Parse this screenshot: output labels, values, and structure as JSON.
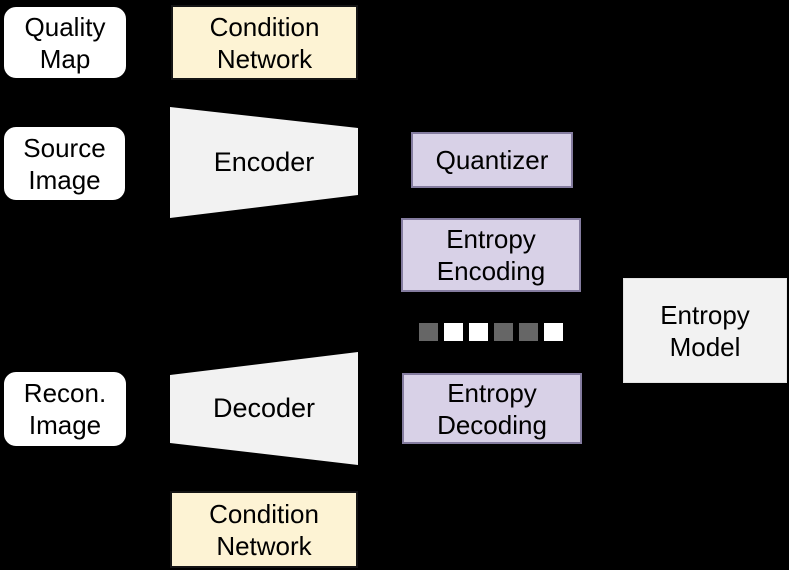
{
  "diagram_title": "conditional-compression-architecture",
  "colors": {
    "background": "#000000",
    "io_box_fill": "#ffffff",
    "condition_fill": "#fdf3d4",
    "coder_fill": "#f2f2f2",
    "entropy_fill": "#d8d1e7",
    "entropy_border": "#847c9f",
    "bit_dark": "#666666",
    "bit_white": "#ffffff",
    "text": "#000000"
  },
  "nodes": {
    "quality_map": {
      "lines": [
        "Quality",
        "Map"
      ]
    },
    "condition_network_top": {
      "lines": [
        "Condition",
        "Network"
      ]
    },
    "source_image": {
      "lines": [
        "Source",
        "Image"
      ]
    },
    "encoder": {
      "label": "Encoder"
    },
    "quantizer": {
      "label": "Quantizer"
    },
    "entropy_encoding": {
      "lines": [
        "Entropy",
        "Encoding"
      ]
    },
    "entropy_model": {
      "lines": [
        "Entropy",
        "Model"
      ]
    },
    "recon_image": {
      "lines": [
        "Recon.",
        "Image"
      ]
    },
    "decoder": {
      "label": "Decoder"
    },
    "entropy_decoding": {
      "lines": [
        "Entropy",
        "Decoding"
      ]
    },
    "condition_network_bottom": {
      "lines": [
        "Condition",
        "Network"
      ]
    },
    "bitstream": {
      "cells": [
        "dark",
        "white",
        "white",
        "dark",
        "dark",
        "white"
      ]
    }
  }
}
